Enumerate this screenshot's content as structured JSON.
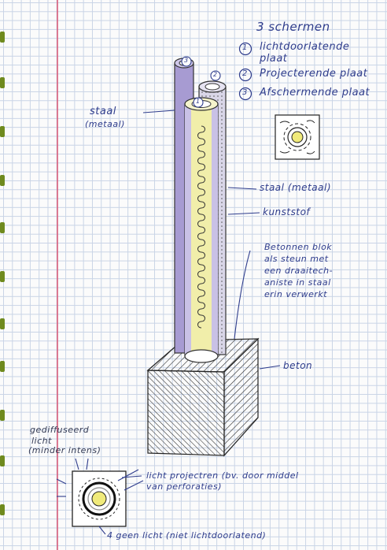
{
  "legend": {
    "heading": "3 schermen",
    "items": [
      {
        "num": "1",
        "text": "lichtdoorlatende plaat"
      },
      {
        "num": "2",
        "text": "Projecterende plaat"
      },
      {
        "num": "3",
        "text": "Afschermende plaat"
      }
    ]
  },
  "labels": {
    "staal_left": "staal",
    "staal_left_sub": "(metaal)",
    "staal_right": "staal (metaal)",
    "kunststof": "kunststof",
    "block_note": [
      "Betonnen blok",
      "als steun met",
      "een draaitech-",
      "aniste in staal",
      "erin verwerkt"
    ],
    "beton": "beton",
    "diffuse": [
      "gediffuseerd",
      "licht",
      "(minder intens)"
    ],
    "projection": [
      "licht projectren (bv. door middel",
      "van perforaties)"
    ],
    "no_light": "4 geen licht (niet lichtdoorlatend)"
  },
  "tube_numbers": [
    "1",
    "2",
    "3"
  ],
  "colors": {
    "ink": "#2e3c8c",
    "margin_line": "#d94a6a",
    "tab_green": "#6f8a1e",
    "tube_purple": "#a79bd2",
    "tube_yellow": "#f1eeaa",
    "grid": "#c9d4e6"
  }
}
